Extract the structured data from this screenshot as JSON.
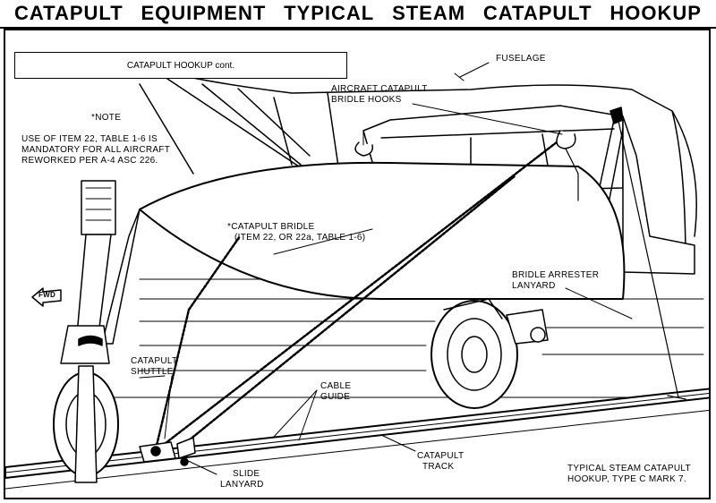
{
  "header": {
    "title_words": [
      "CATAPULT",
      "EQUIPMENT",
      "TYPICAL",
      "STEAM",
      "CATAPULT",
      "HOOKUP"
    ]
  },
  "section_box": "CATAPULT HOOKUP cont.",
  "note": {
    "heading": "*NOTE",
    "lines": [
      "USE OF ITEM 22, TABLE 1-6 IS",
      "MANDATORY FOR ALL AIRCRAFT",
      "REWORKED PER A-4 ASC 226."
    ]
  },
  "fwd_arrow": "FWD",
  "labels": {
    "fuselage": "FUSELAGE",
    "bridle_hooks": [
      "AIRCRAFT CATAPULT",
      "BRIDLE HOOKS"
    ],
    "catapult_bridle": [
      "*CATAPULT BRIDLE",
      "(ITEM 22, OR 22a, TABLE 1-6)"
    ],
    "bridle_arrester": [
      "BRIDLE ARRESTER",
      "LANYARD"
    ],
    "catapult_shuttle": [
      "CATAPULT",
      "SHUTTLE"
    ],
    "cable_guide": [
      "CABLE",
      "GUIDE"
    ],
    "catapult_track": [
      "CATAPULT",
      "TRACK"
    ],
    "slide_lanyard": [
      "SLIDE",
      "LANYARD"
    ]
  },
  "caption": [
    "TYPICAL STEAM CATAPULT",
    "HOOKUP, TYPE C MARK 7."
  ],
  "colors": {
    "ink": "#000000",
    "paper": "#ffffff"
  }
}
